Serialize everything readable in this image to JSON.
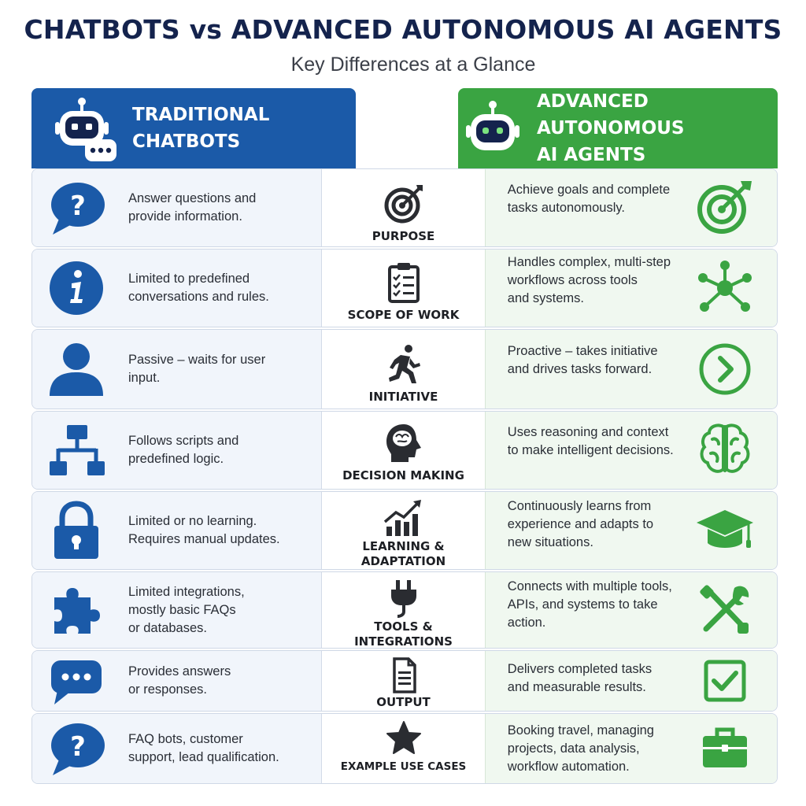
{
  "title": "CHATBOTS vs ADVANCED AUTONOMOUS AI AGENTS",
  "subtitle": "Key Differences at a Glance",
  "colors": {
    "blue": "#1b5aa8",
    "green": "#3aa442",
    "dark": "#14234d"
  },
  "left_header": {
    "title": "TRADITIONAL CHATBOTS",
    "icon": "chatbot-robot-icon"
  },
  "right_header": {
    "line1": "ADVANCED AUTONOMOUS",
    "line2": "AI AGENTS",
    "icon": "agent-robot-icon"
  },
  "rows": [
    {
      "category": "PURPOSE",
      "category_line2": "",
      "left_text": [
        "Answer questions and",
        "provide information."
      ],
      "right_text": [
        "Achieve goals and complete",
        "tasks autonomously."
      ],
      "left_icon": "question-bubble-icon",
      "mid_icon": "target-icon",
      "right_icon": "target-icon"
    },
    {
      "category": "SCOPE OF WORK",
      "category_line2": "",
      "left_text": [
        "Limited to predefined",
        "conversations and rules."
      ],
      "right_text": [
        "Handles complex, multi-step",
        "workflows across tools",
        "and systems."
      ],
      "left_icon": "info-icon",
      "mid_icon": "checklist-icon",
      "right_icon": "network-icon"
    },
    {
      "category": "INITIATIVE",
      "category_line2": "",
      "left_text": [
        "Passive – waits for user",
        "input."
      ],
      "right_text": [
        "Proactive – takes initiative",
        "and drives tasks forward."
      ],
      "left_icon": "user-icon",
      "mid_icon": "runner-icon",
      "right_icon": "arrow-right-circle-icon"
    },
    {
      "category": "DECISION MAKING",
      "category_line2": "",
      "left_text": [
        "Follows scripts and",
        "predefined logic."
      ],
      "right_text": [
        "Uses reasoning and context",
        "to make intelligent decisions."
      ],
      "left_icon": "flowchart-icon",
      "mid_icon": "brain-head-icon",
      "right_icon": "brain-icon"
    },
    {
      "category": "LEARNING &",
      "category_line2": "ADAPTATION",
      "left_text": [
        "Limited or no learning.",
        "Requires manual updates."
      ],
      "right_text": [
        "Continuously learns from",
        "experience and adapts to",
        "new situations."
      ],
      "left_icon": "lock-icon",
      "mid_icon": "growth-chart-icon",
      "right_icon": "graduation-cap-icon"
    },
    {
      "category": "TOOLS &",
      "category_line2": "INTEGRATIONS",
      "left_text": [
        "Limited integrations,",
        "mostly basic FAQs",
        "or databases."
      ],
      "right_text": [
        "Connects with multiple tools,",
        "APIs, and systems to take",
        "action."
      ],
      "left_icon": "puzzle-icon",
      "mid_icon": "plug-icon",
      "right_icon": "tools-icon"
    },
    {
      "category": "OUTPUT",
      "category_line2": "",
      "left_text": [
        "Provides answers",
        "or responses."
      ],
      "right_text": [
        "Delivers completed tasks",
        "and measurable results."
      ],
      "left_icon": "chat-dots-icon",
      "mid_icon": "document-icon",
      "right_icon": "checkbox-icon"
    },
    {
      "category": "EXAMPLE USE CASES",
      "category_line2": "",
      "left_text": [
        "FAQ bots, customer",
        "support, lead qualification."
      ],
      "right_text": [
        "Booking travel, managing",
        "projects, data analysis,",
        "workflow automation."
      ],
      "left_icon": "question-bubble-icon",
      "mid_icon": "star-icon",
      "right_icon": "briefcase-icon"
    }
  ]
}
